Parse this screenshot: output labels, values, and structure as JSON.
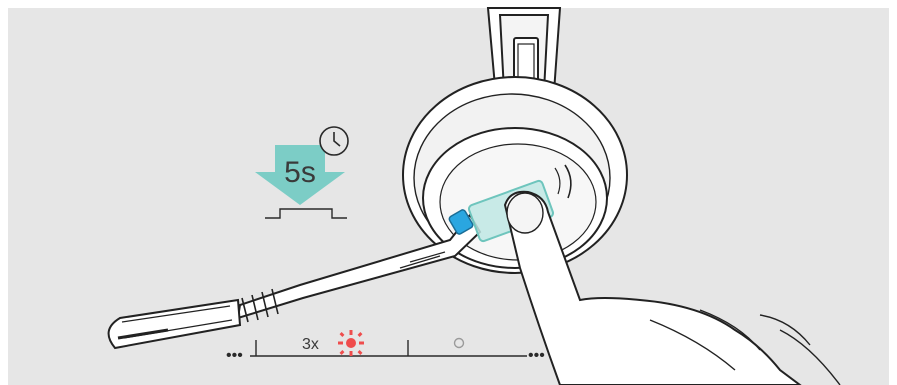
{
  "instruction": {
    "press_duration": "5s",
    "blink_count": "3x"
  },
  "colors": {
    "background": "#e6e6e6",
    "arrow": "#7ccdc6",
    "led_red": "#ef4d4d",
    "button_blue": "#2aa6e0",
    "line": "#2a2a2a",
    "led_off": "#9a9a9a"
  },
  "icons": {
    "timer": "clock-icon",
    "press": "arrow-down-icon",
    "button_press_symbol": "button-press-icon",
    "led_flash": "led-flash-red-icon",
    "led_off": "led-off-icon",
    "headset": "headset-illustration",
    "finger": "finger-pressing-icon"
  }
}
